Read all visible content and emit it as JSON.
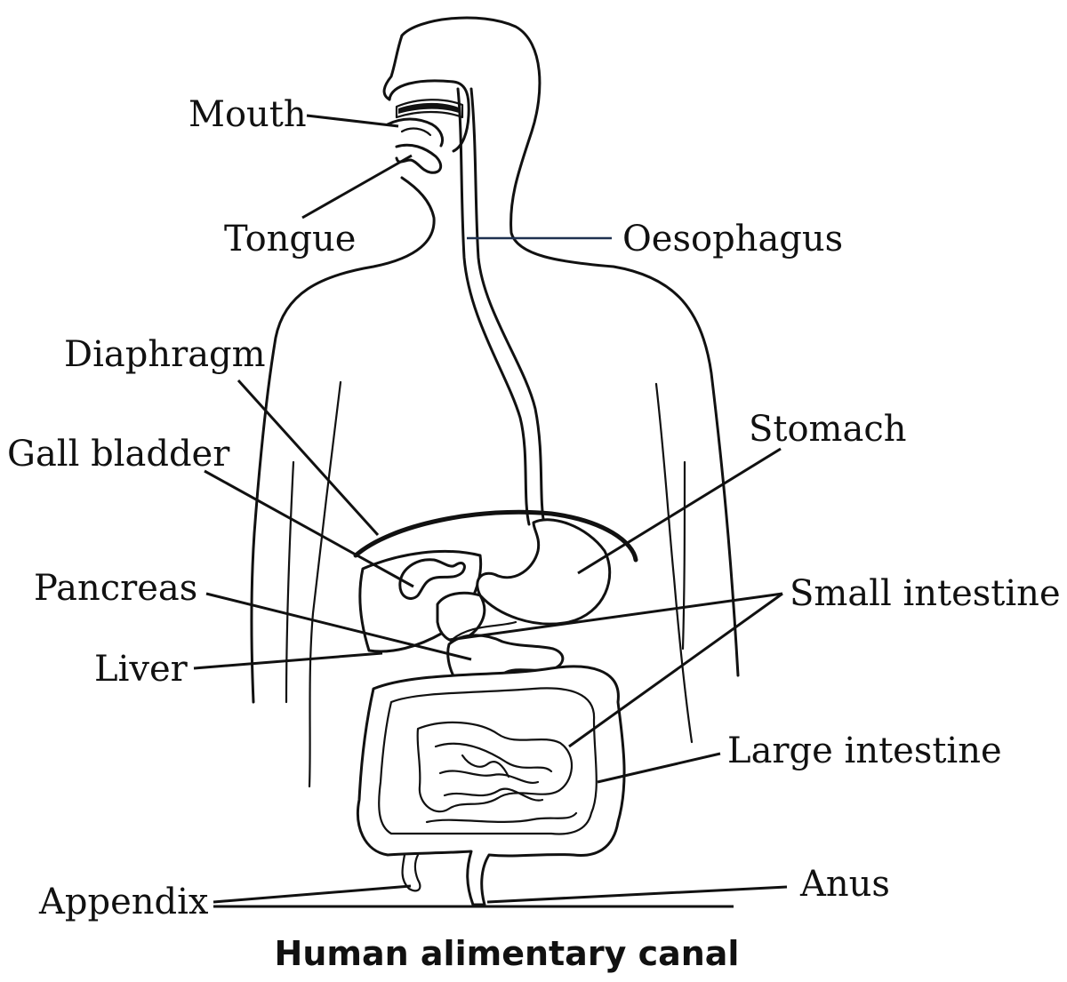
{
  "labels": {
    "mouth": "Mouth",
    "tongue": "Tongue",
    "oesophagus": "Oesophagus",
    "diaphragm": "Diaphragm",
    "gall_bladder": "Gall bladder",
    "stomach": "Stomach",
    "pancreas": "Pancreas",
    "small_intestine": "Small intestine",
    "liver": "Liver",
    "large_intestine": "Large intestine",
    "appendix": "Appendix",
    "anus": "Anus"
  },
  "caption": "Human alimentary canal"
}
